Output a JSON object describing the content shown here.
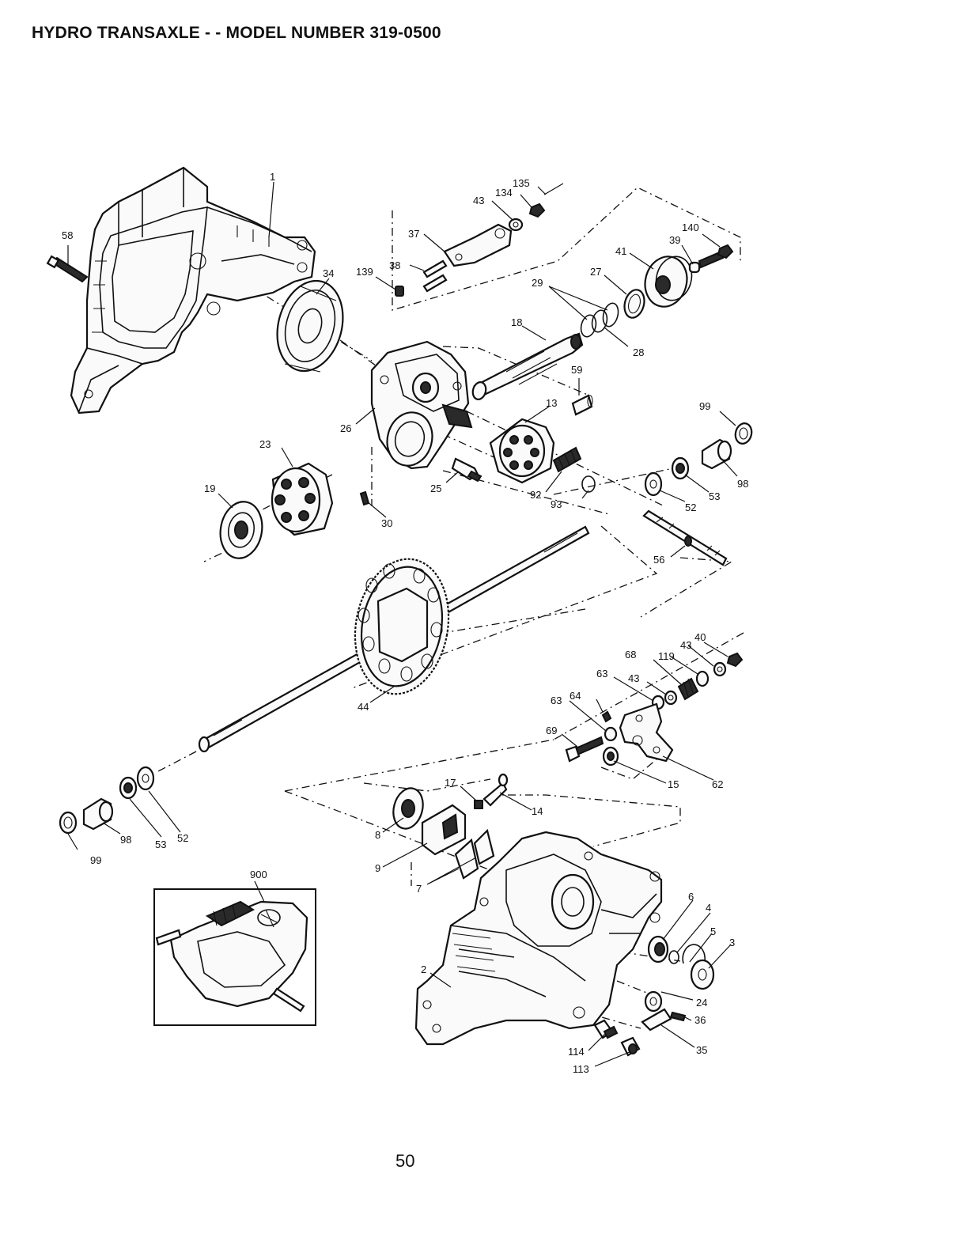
{
  "title": "HYDRO TRANSAXLE - - MODEL NUMBER 319-0500",
  "page_number": "50",
  "callouts": {
    "c1": "1",
    "c58": "58",
    "c34": "34",
    "c139": "139",
    "c38": "38",
    "c37": "37",
    "c43a": "43",
    "c134": "134",
    "c135": "135",
    "c140": "140",
    "c39": "39",
    "c41": "41",
    "c27": "27",
    "c29": "29",
    "c18": "18",
    "c28": "28",
    "c59": "59",
    "c26": "26",
    "c13": "13",
    "c99a": "99",
    "c23": "23",
    "c19": "19",
    "c25": "25",
    "c30": "30",
    "c92": "92",
    "c93": "93",
    "c52a": "52",
    "c53a": "53",
    "c98a": "98",
    "c56": "56",
    "c44": "44",
    "c40": "40",
    "c43b": "43",
    "c68": "68",
    "c119": "119",
    "c63a": "63",
    "c43c": "43",
    "c63b": "63",
    "c64": "64",
    "c69": "69",
    "c62": "62",
    "c15": "15",
    "c17": "17",
    "c14": "14",
    "c8": "8",
    "c9": "9",
    "c7": "7",
    "c99b": "99",
    "c98b": "98",
    "c53b": "53",
    "c52b": "52",
    "c900": "900",
    "c6": "6",
    "c4": "4",
    "c5": "5",
    "c3": "3",
    "c2": "2",
    "c24": "24",
    "c36": "36",
    "c35": "35",
    "c114": "114",
    "c113": "113"
  }
}
